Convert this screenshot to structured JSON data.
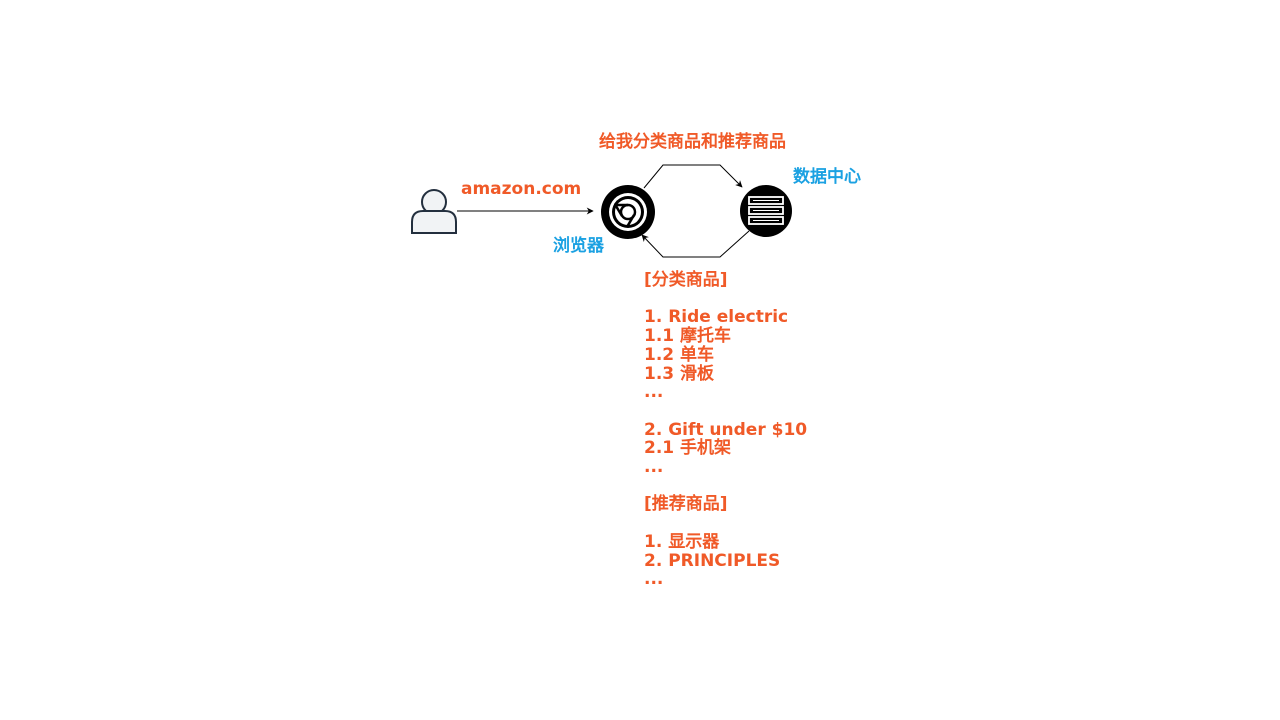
{
  "colors": {
    "accent_orange": "#f05a28",
    "accent_blue": "#1ba1e2",
    "icon_dark": "#000000",
    "user_outline": "#232f3e"
  },
  "nodes": {
    "user": {
      "icon": "user-icon"
    },
    "browser": {
      "icon": "chrome-icon",
      "label": "浏览器"
    },
    "datacenter": {
      "icon": "server-icon",
      "label": "数据中心"
    }
  },
  "edges": {
    "user_to_browser": {
      "label": "amazon.com"
    },
    "browser_to_datacenter": {
      "label": "给我分类商品和推荐商品"
    },
    "datacenter_to_browser": {
      "lines": [
        "[分类商品]",
        "",
        "1. Ride electric",
        "1.1 摩托车",
        "1.2 单车",
        "1.3 滑板",
        "...",
        "",
        "2. Gift under $10",
        "2.1 手机架",
        "...",
        "",
        "[推荐商品]",
        "",
        "1. 显示器",
        "2. PRINCIPLES",
        "..."
      ]
    }
  }
}
